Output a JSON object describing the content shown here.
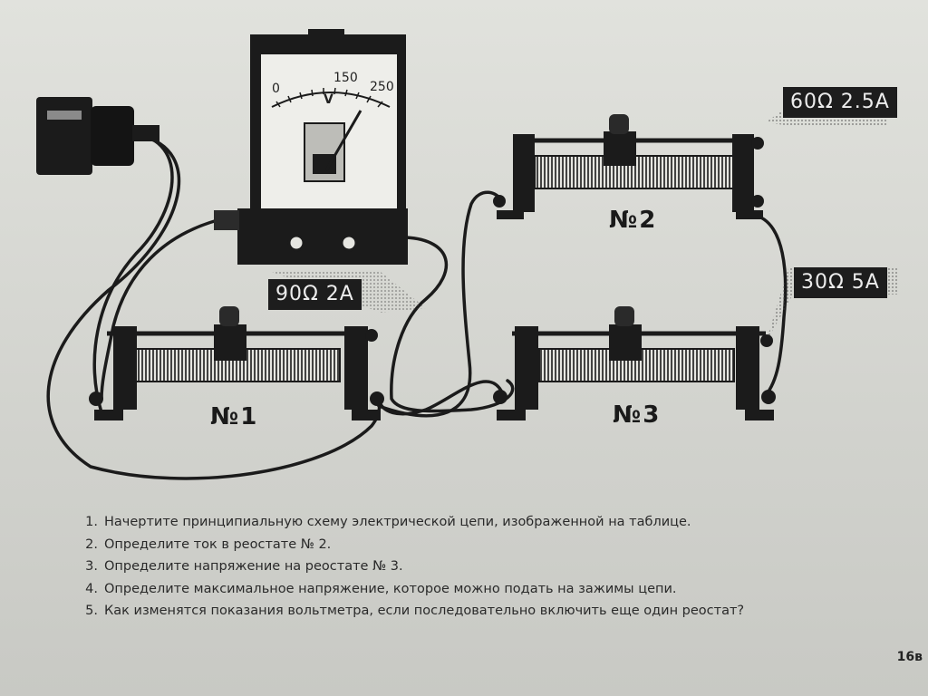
{
  "meter": {
    "scale": {
      "v0": "0",
      "v150": "150",
      "v250": "250",
      "unit": "V"
    }
  },
  "rheostats": [
    {
      "label": "№1",
      "rating": "90Ω  2A"
    },
    {
      "label": "№2",
      "rating": "60Ω 2.5A"
    },
    {
      "label": "№3",
      "rating": "30Ω  5A"
    }
  ],
  "questions": [
    {
      "num": "1.",
      "text": "Начертите принципиальную схему электрической цепи, изображенной на таблице."
    },
    {
      "num": "2.",
      "text": "Определите ток в реостате № 2."
    },
    {
      "num": "3.",
      "text": "Определите напряжение на реостате № 3."
    },
    {
      "num": "4.",
      "text": "Определите максимальное напряжение, которое можно подать на зажимы цепи."
    },
    {
      "num": "5.",
      "text": "Как изменятся показания вольтметра, если последовательно включить еще один реостат?"
    }
  ],
  "page_number": "16в",
  "colors": {
    "ink": "#1d1d1d",
    "paper": "#dcddd8"
  }
}
